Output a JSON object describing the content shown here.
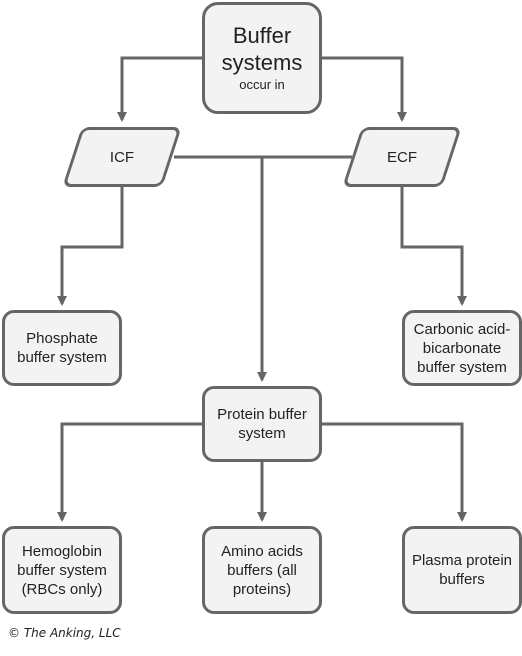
{
  "root": {
    "line1": "Buffer",
    "line2": "systems",
    "line3": "occur in"
  },
  "icf": {
    "label": "ICF"
  },
  "ecf": {
    "label": "ECF"
  },
  "phosphate": {
    "line1": "Phosphate",
    "line2": "buffer system"
  },
  "carbonic": {
    "line1": "Carbonic acid-",
    "line2": "bicarbonate",
    "line3": "buffer system"
  },
  "protein": {
    "line1": "Protein buffer",
    "line2": "system"
  },
  "hemoglobin": {
    "line1": "Hemoglobin",
    "line2": "buffer system",
    "line3": "(RBCs only)"
  },
  "amino": {
    "line1": "Amino acids",
    "line2": "buffers (all",
    "line3": "proteins)"
  },
  "plasma": {
    "line1": "Plasma protein",
    "line2": "buffers"
  },
  "footer": {
    "text": "© The Anking, LLC"
  },
  "colors": {
    "node_fill": "#f3f3f3",
    "node_border": "#666666",
    "edge": "#666666"
  }
}
